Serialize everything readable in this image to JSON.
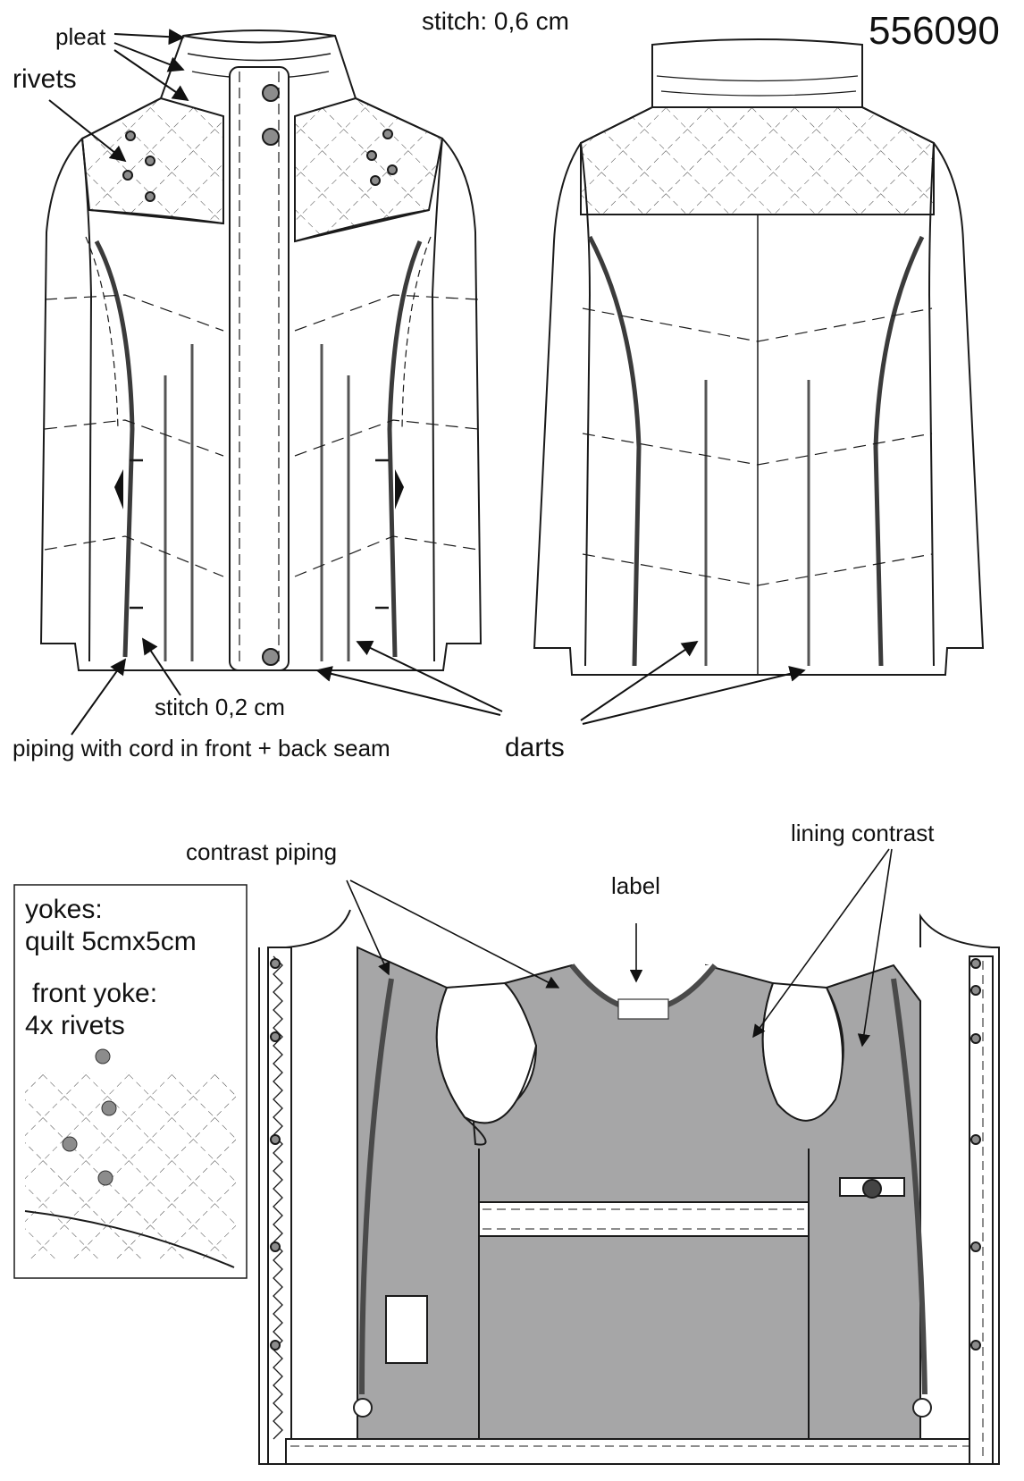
{
  "article_number": "556090",
  "labels": {
    "stitch_top": "stitch: 0,6 cm",
    "pleat": "pleat",
    "rivets": "rivets",
    "stitch_small": "stitch 0,2 cm",
    "piping_cord": "piping with cord in front + back seam",
    "darts": "darts",
    "contrast_piping": "contrast piping",
    "label": "label",
    "lining_contrast": "lining contrast"
  },
  "detail_box": {
    "line1": "yokes:",
    "line2": "quilt 5cmx5cm",
    "line3": "front yoke:",
    "line4": "4x rivets"
  },
  "colors": {
    "outline": "#1a1a1a",
    "lining_gray": "#a6a6a7",
    "piping_dark": "#4a4a4a",
    "rivet": "#8c8c8c"
  }
}
